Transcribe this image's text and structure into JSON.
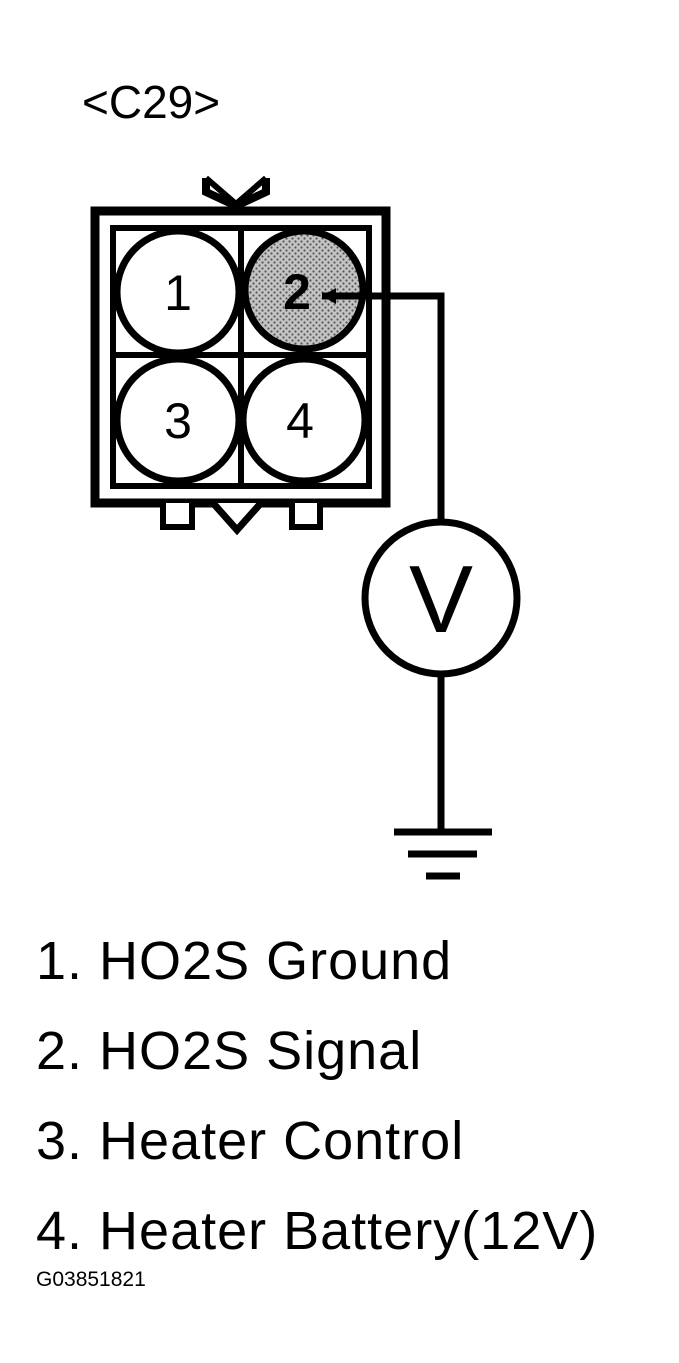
{
  "connector": {
    "name": "<C29>",
    "pins": [
      {
        "number": "1",
        "highlighted": false
      },
      {
        "number": "2",
        "highlighted": true
      },
      {
        "number": "3",
        "highlighted": false
      },
      {
        "number": "4",
        "highlighted": false
      }
    ]
  },
  "meter": {
    "symbol": "V"
  },
  "legend": [
    "1. HO2S Ground",
    "2. HO2S Signal",
    "3. Heater Control",
    "4. Heater Battery(12V)"
  ],
  "figure_id": "G03851821",
  "colors": {
    "line": "#000000",
    "background": "#ffffff",
    "highlight_pin_fill": "#b8b8b8"
  },
  "icons": {
    "ground": "ground-symbol-icon",
    "voltmeter": "voltmeter-icon"
  }
}
